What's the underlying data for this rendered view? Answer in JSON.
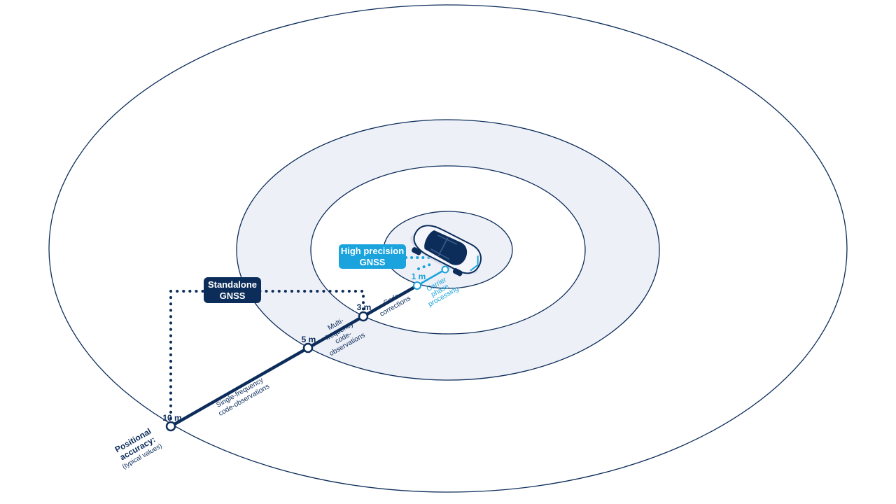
{
  "diagram": {
    "positional_accuracy": {
      "title_line1": "Positional",
      "title_line2": "accuracy:",
      "subtitle": "(typical values)"
    },
    "markers": [
      {
        "id": "m10",
        "label": "10 m"
      },
      {
        "id": "m5",
        "label": "5 m"
      },
      {
        "id": "m3",
        "label": "3 m"
      },
      {
        "id": "m1",
        "label": "1 m"
      }
    ],
    "segments": {
      "single_freq": [
        "Single-frequency",
        "code-observations"
      ],
      "multi_freq": [
        "Multi-",
        "frequency",
        "code-",
        "observations"
      ],
      "code_corr": [
        "Code",
        "corrections"
      ],
      "carrier": [
        "Carrier",
        "phase",
        "processing"
      ]
    },
    "boxes": {
      "standalone": {
        "line1": "Standalone",
        "line2": "GNSS"
      },
      "high_precision": {
        "line1": "High precision",
        "line2": "GNSS"
      }
    },
    "colors": {
      "navy": "#0c2d5a",
      "accent_blue": "#1aa3dc",
      "ring_fill": "#eef0f7",
      "white": "#ffffff"
    },
    "icons": {
      "vehicle": "car-icon"
    }
  }
}
